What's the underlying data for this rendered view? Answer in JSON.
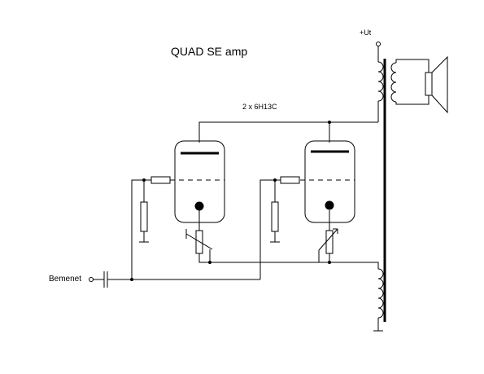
{
  "diagram": {
    "title": "QUAD SE amp",
    "tube_label": "2 x 6H13C",
    "supply_label": "+Ut",
    "input_label": "Bemenet"
  }
}
